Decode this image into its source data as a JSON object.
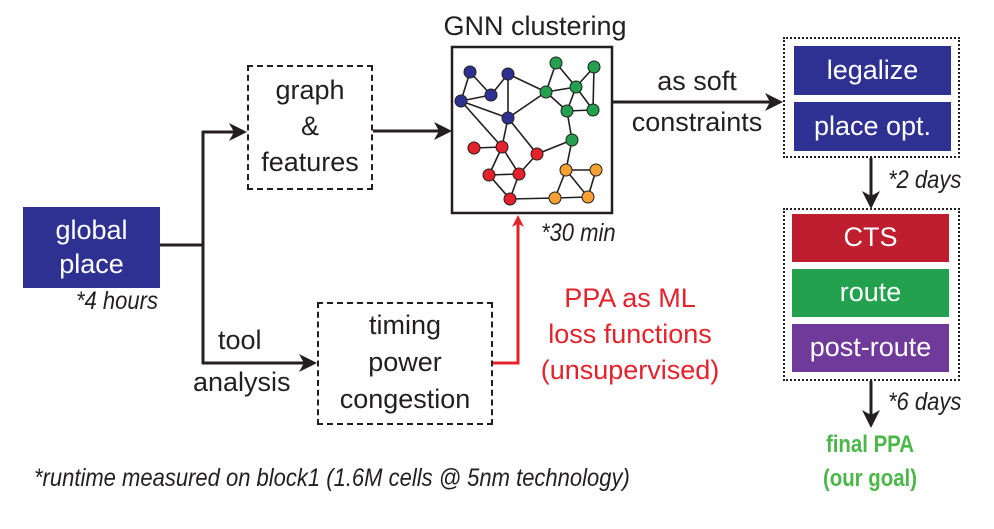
{
  "title": "GNN clustering",
  "global_place": {
    "line1": "global",
    "line2": "place",
    "runtime": "*4 hours"
  },
  "graph_features": {
    "line1": "graph",
    "line2": "&",
    "line3": "features"
  },
  "tool_analysis": {
    "line1": "tool",
    "line2": "analysis"
  },
  "metrics": {
    "line1": "timing",
    "line2": "power",
    "line3": "congestion"
  },
  "gnn": {
    "runtime": "*30 min"
  },
  "soft_constraints": {
    "line1": "as soft",
    "line2": "constraints"
  },
  "ppa_loss": {
    "line1": "PPA as ML",
    "line2": "loss functions",
    "line3": "(unsupervised)"
  },
  "stage1": {
    "steps": [
      {
        "label": "legalize",
        "color": "#2e3192"
      },
      {
        "label": "place opt.",
        "color": "#2e3192"
      }
    ],
    "runtime": "*2 days"
  },
  "stage2": {
    "steps": [
      {
        "label": "CTS",
        "color": "#be1e2d"
      },
      {
        "label": "route",
        "color": "#23a14f"
      },
      {
        "label": "post-route",
        "color": "#6f3a9a"
      }
    ],
    "runtime": "*6 days"
  },
  "final": {
    "line1": "final PPA",
    "line2": "(our goal)"
  },
  "footnote": "*runtime measured on block1 (1.6M cells @ 5nm technology)",
  "colors": {
    "blue": "#2e3192",
    "red_text": "#e4222c",
    "green_text": "#4cb749",
    "node_blue": "#2e3192",
    "node_green": "#23a14f",
    "node_red": "#e4222c",
    "node_orange": "#f7a033"
  }
}
